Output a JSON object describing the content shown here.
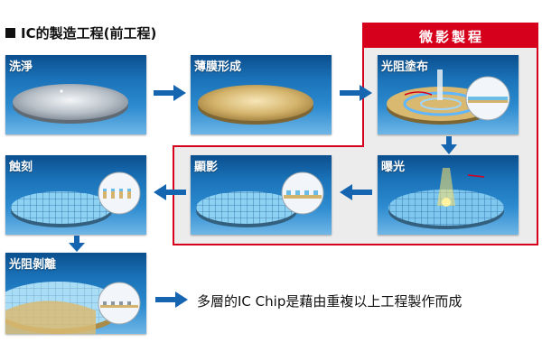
{
  "title": "IC的製造工程(前工程)",
  "lithography_label": "微影製程",
  "steps": [
    {
      "label": "洗淨"
    },
    {
      "label": "薄膜形成"
    },
    {
      "label": "光阻塗布"
    },
    {
      "label": "曝光"
    },
    {
      "label": "顯影"
    },
    {
      "label": "蝕刻"
    },
    {
      "label": "光阻剝離"
    }
  ],
  "footer_note": "多層的IC Chip是藉由重複以上工程製作而成",
  "colors": {
    "accent_red": "#d7001c",
    "arrow_blue": "#1565b0",
    "card_blue": "#1a72b8"
  }
}
